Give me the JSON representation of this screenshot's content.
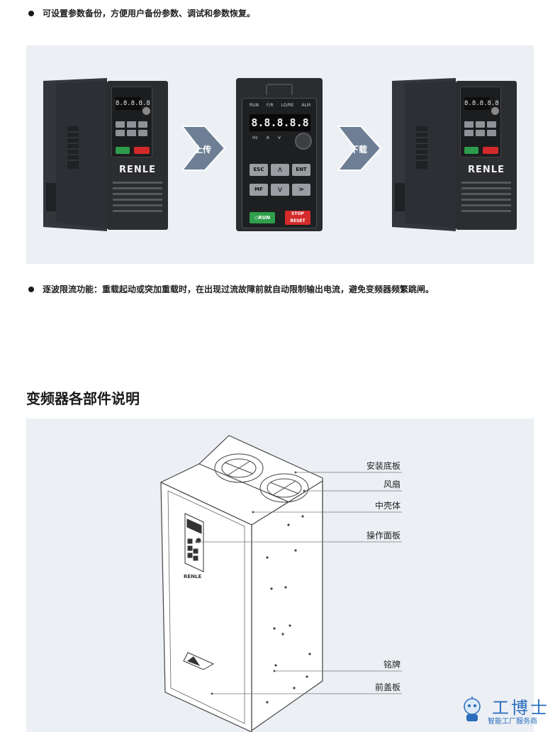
{
  "bullets": [
    "可设置参数备份，方便用户备份参数、调试和参数恢复。",
    "逐波限流功能：重载起动或突加重载时，在出现过流故障前就自动限制输出电流，避免变频器频繁跳闸。"
  ],
  "flow": {
    "upload_label": "上传",
    "download_label": "下载"
  },
  "inverter": {
    "brand": "RENLE",
    "display": "8.8.8.8.8"
  },
  "keypad": {
    "leds": [
      "RUN",
      "F/R",
      "LO/RE",
      "ALM"
    ],
    "display": "8.8.8.8.8",
    "units": [
      "Hz",
      "A",
      "V"
    ],
    "keys": {
      "esc": "ESC",
      "up": "⋀",
      "ent": "ENT",
      "mf": "MF",
      "down": "⋁",
      "shift": "≫",
      "run": "◇RUN",
      "stop_line1": "STOP",
      "stop_line2": "RESET"
    }
  },
  "section_title": "变频器各部件说明",
  "parts": {
    "mounting_plate": "安装底板",
    "fan": "风扇",
    "middle_shell": "中壳体",
    "operation_panel": "操作面板",
    "nameplate": "铭牌",
    "front_cover": "前盖板"
  },
  "diagram_brand": "RENLE",
  "watermark": {
    "main": "工博士",
    "sub": "智能工厂服务商"
  },
  "colors": {
    "panel_bg": "#eceff4",
    "arrow_fill": "#6e7f95",
    "run_green": "#2f9e4c",
    "stop_red": "#d42b2b",
    "watermark_blue": "#2a6ebc"
  }
}
